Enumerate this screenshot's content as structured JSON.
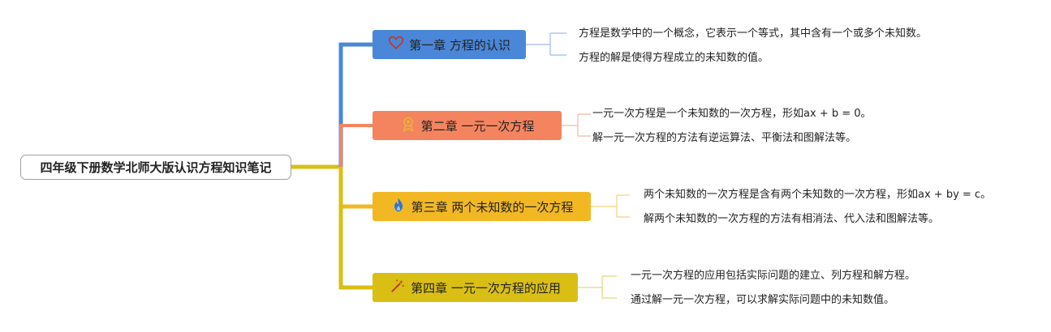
{
  "root": {
    "title": "四年级下册数学北师大版认识方程知识笔记"
  },
  "chapters": [
    {
      "label": "第一章 方程的认识",
      "icon": "heart-icon",
      "color": "#4a87d8",
      "notes": [
        "方程是数学中的一个概念，它表示一个等式，其中含有一个或多个未知数。",
        "方程的解是使得方程成立的未知数的值。"
      ]
    },
    {
      "label": "第二章 一元一次方程",
      "icon": "award-ribbon-icon",
      "color": "#f4845f",
      "notes": [
        "一元一次方程是一个未知数的一次方程，形如ax + b = 0。",
        "解一元一次方程的方法有逆运算法、平衡法和图解法等。"
      ]
    },
    {
      "label": "第三章 两个未知数的一次方程",
      "icon": "flame-icon",
      "color": "#f2b824",
      "notes": [
        "两个未知数的一次方程是含有两个未知数的一次方程，形如ax + by = c。",
        "解两个未知数的一次方程的方法有相消法、代入法和图解法等。"
      ]
    },
    {
      "label": "第四章 一元一次方程的应用",
      "icon": "magic-wand-icon",
      "color": "#d9bf14",
      "notes": [
        "一元一次方程的应用包括实际问题的建立、列方程和解方程。",
        "通过解一元一次方程，可以求解实际问题中的未知数值。"
      ]
    }
  ]
}
